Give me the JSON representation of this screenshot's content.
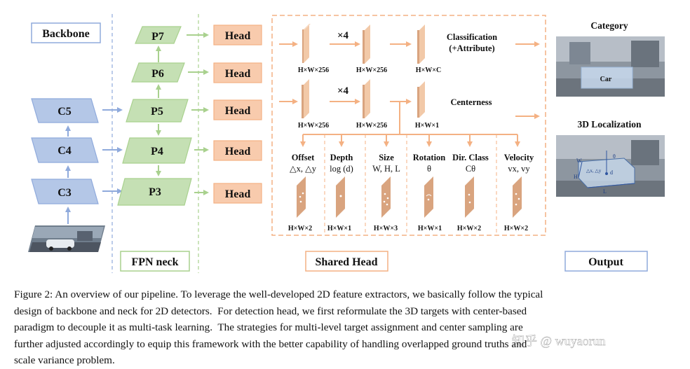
{
  "sections": {
    "backbone": "Backbone",
    "fpn_neck": "FPN neck",
    "shared_head": "Shared Head",
    "output": "Output"
  },
  "backbone_levels": [
    "C5",
    "C4",
    "C3"
  ],
  "fpn_levels": [
    "P7",
    "P6",
    "P5",
    "P4",
    "P3"
  ],
  "head_label": "Head",
  "shared_head": {
    "repeat": "×4",
    "top_branch": {
      "dims": [
        "H×W×256",
        "H×W×256",
        "H×W×C"
      ],
      "label_line1": "Classification",
      "label_line2": "(+Attribute)"
    },
    "mid_branch": {
      "dims": [
        "H×W×256",
        "H×W×256",
        "H×W×1"
      ],
      "label": "Centerness"
    },
    "regression_targets": [
      {
        "name": "Offset",
        "symbol": "△x, △y",
        "dim": "H×W×2"
      },
      {
        "name": "Depth",
        "symbol": "log (d)",
        "dim": "H×W×1"
      },
      {
        "name": "Size",
        "symbol": "W, H, L",
        "dim": "H×W×3"
      },
      {
        "name": "Rotation",
        "symbol": "θ",
        "dim": "H×W×1"
      },
      {
        "name": "Dir. Class",
        "symbol": "Cθ",
        "dim": "H×W×2"
      },
      {
        "name": "Velocity",
        "symbol": "vx, vy",
        "dim": "H×W×2"
      }
    ]
  },
  "outputs": {
    "category_title": "Category",
    "category_box_label": "Car",
    "localization_title": "3D Localization",
    "loc_labels": {
      "w": "W",
      "h": "H",
      "l": "L",
      "d": "d",
      "theta": "θ",
      "offset": "△x, △y"
    }
  },
  "watermark": "知乎 @ wuyaorun",
  "caption": [
    "Figure 2: An overview of our pipeline. To leverage the well-developed 2D feature extractors, we basically follow the typical",
    "design of backbone and neck for 2D detectors.  For detection head, we first reformulate the 3D targets with center-based",
    "paradigm to decouple it as multi-task learning.  The strategies for multi-level target assignment and center sampling are",
    "further adjusted accordingly to equip this framework with the better capability of handling overlapped ground truths and",
    "scale variance problem."
  ],
  "colors": {
    "backbone_fill": "#b4c7e7",
    "backbone_stroke": "#8faadc",
    "fpn_fill": "#c5e0b4",
    "fpn_stroke": "#a9d18e",
    "head_fill": "#f8cbad",
    "head_stroke": "#f4b183",
    "arrow_blue": "#8faadc",
    "arrow_green": "#a9d18e",
    "arrow_orange": "#f4b183",
    "feature_front": "#d9a47f",
    "feature_side": "#f2c9a8"
  }
}
